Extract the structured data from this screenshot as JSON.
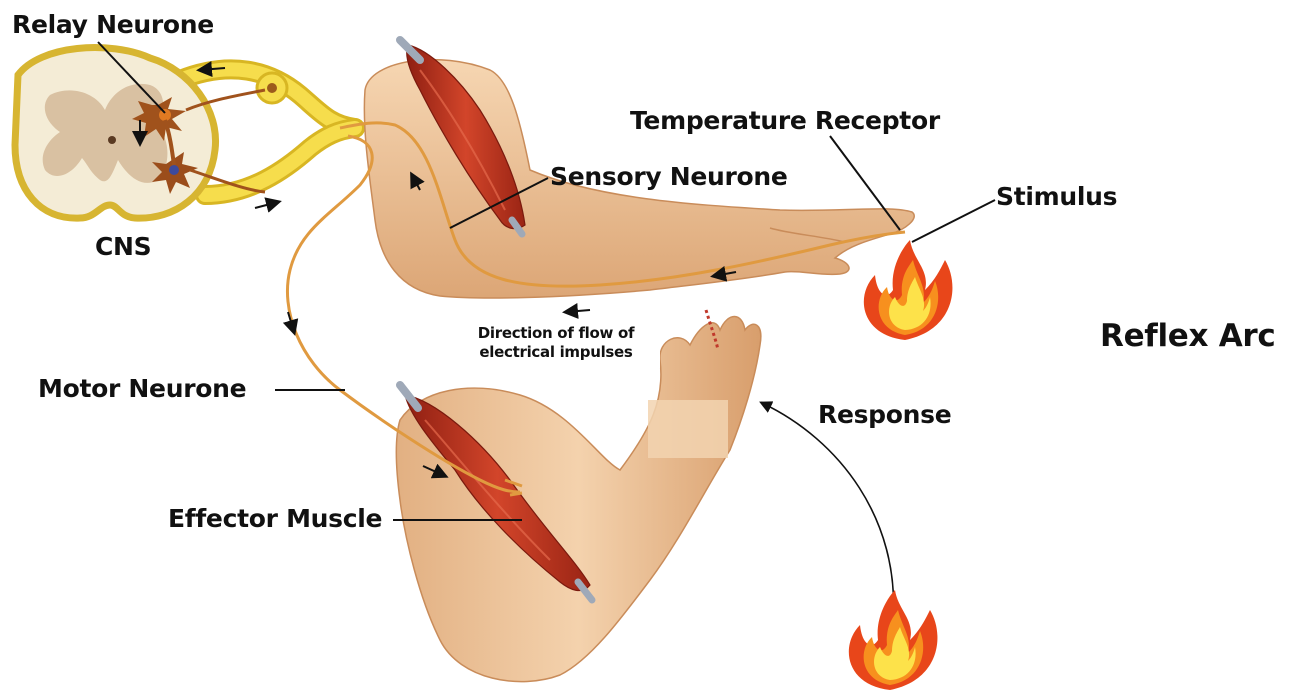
{
  "labels": {
    "relay_neurone": "Relay Neurone",
    "cns": "CNS",
    "temperature_receptor": "Temperature Receptor",
    "sensory_neurone": "Sensory Neurone",
    "stimulus": "Stimulus",
    "direction_line1": "Direction of flow of",
    "direction_line2": "electrical impulses",
    "reflex_arc": "Reflex Arc",
    "motor_neurone": "Motor Neurone",
    "response": "Response",
    "effector_muscle": "Effector Muscle"
  },
  "colors": {
    "skin": "#f0c9a0",
    "skin_shadow": "#d9a070",
    "muscle": "#c43a22",
    "tendon": "#9fa9b8",
    "nerve": "#e09a40",
    "spinal_nerve": "#f2d23a",
    "grey_matter": "#d9c1a2",
    "flame_outer": "#e8461a",
    "flame_mid": "#f7901e",
    "flame_inner": "#fde24a"
  }
}
